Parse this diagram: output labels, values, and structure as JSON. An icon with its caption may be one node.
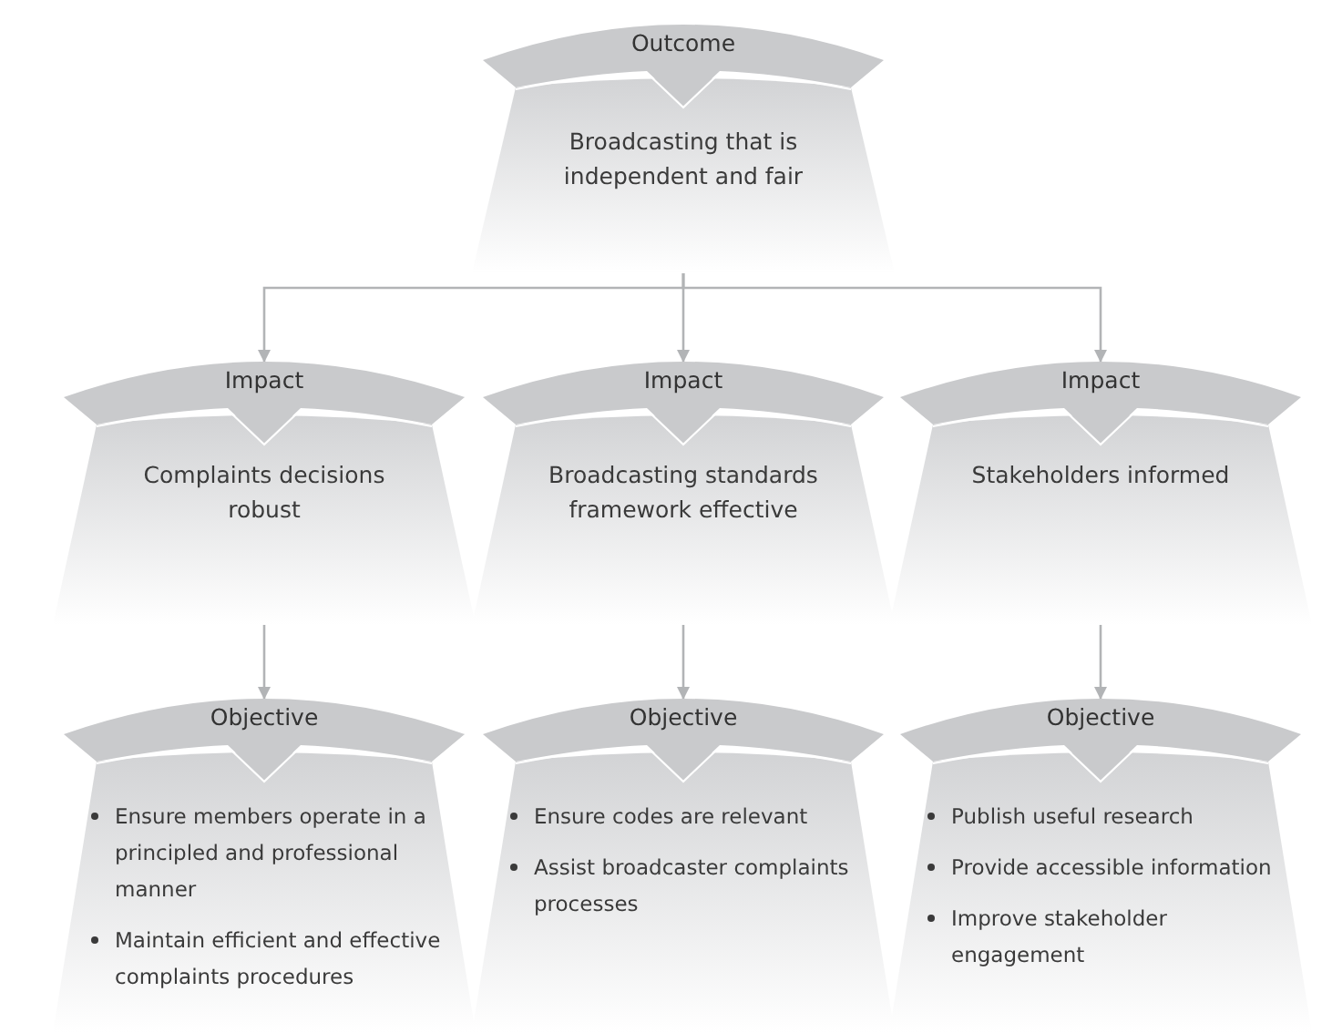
{
  "diagram": {
    "nodes": [
      {
        "text": [
          "Outcome",
          "Broadcasting that is independent and fair"
        ]
      },
      {
        "text": [
          "Impact",
          "Complaints decisions robust"
        ]
      },
      {
        "text": [
          "Impact",
          "Broadcasting standards framework effective"
        ]
      },
      {
        "text": [
          "Impact",
          "Stakeholders informed"
        ]
      },
      {
        "text": [
          "Objective",
          "Ensure members operate in a principled and professional manner",
          "Maintain efficient and effective complaints procedures"
        ]
      },
      {
        "text": [
          "Objective",
          "Ensure codes are relevant",
          "Assist broadcaster complaints processes"
        ]
      },
      {
        "text": [
          "Objective",
          "Publish useful research",
          "Provide accessible information",
          "Improve stakeholder engagement"
        ]
      }
    ],
    "edges": [
      {
        "from": 0,
        "to": 1,
        "arrow": "to"
      },
      {
        "from": 0,
        "to": 2,
        "arrow": "to"
      },
      {
        "from": 0,
        "to": 3,
        "arrow": "to"
      },
      {
        "from": 1,
        "to": 4,
        "arrow": "to"
      },
      {
        "from": 2,
        "to": 5,
        "arrow": "to"
      },
      {
        "from": 3,
        "to": 6,
        "arrow": "to"
      }
    ]
  }
}
